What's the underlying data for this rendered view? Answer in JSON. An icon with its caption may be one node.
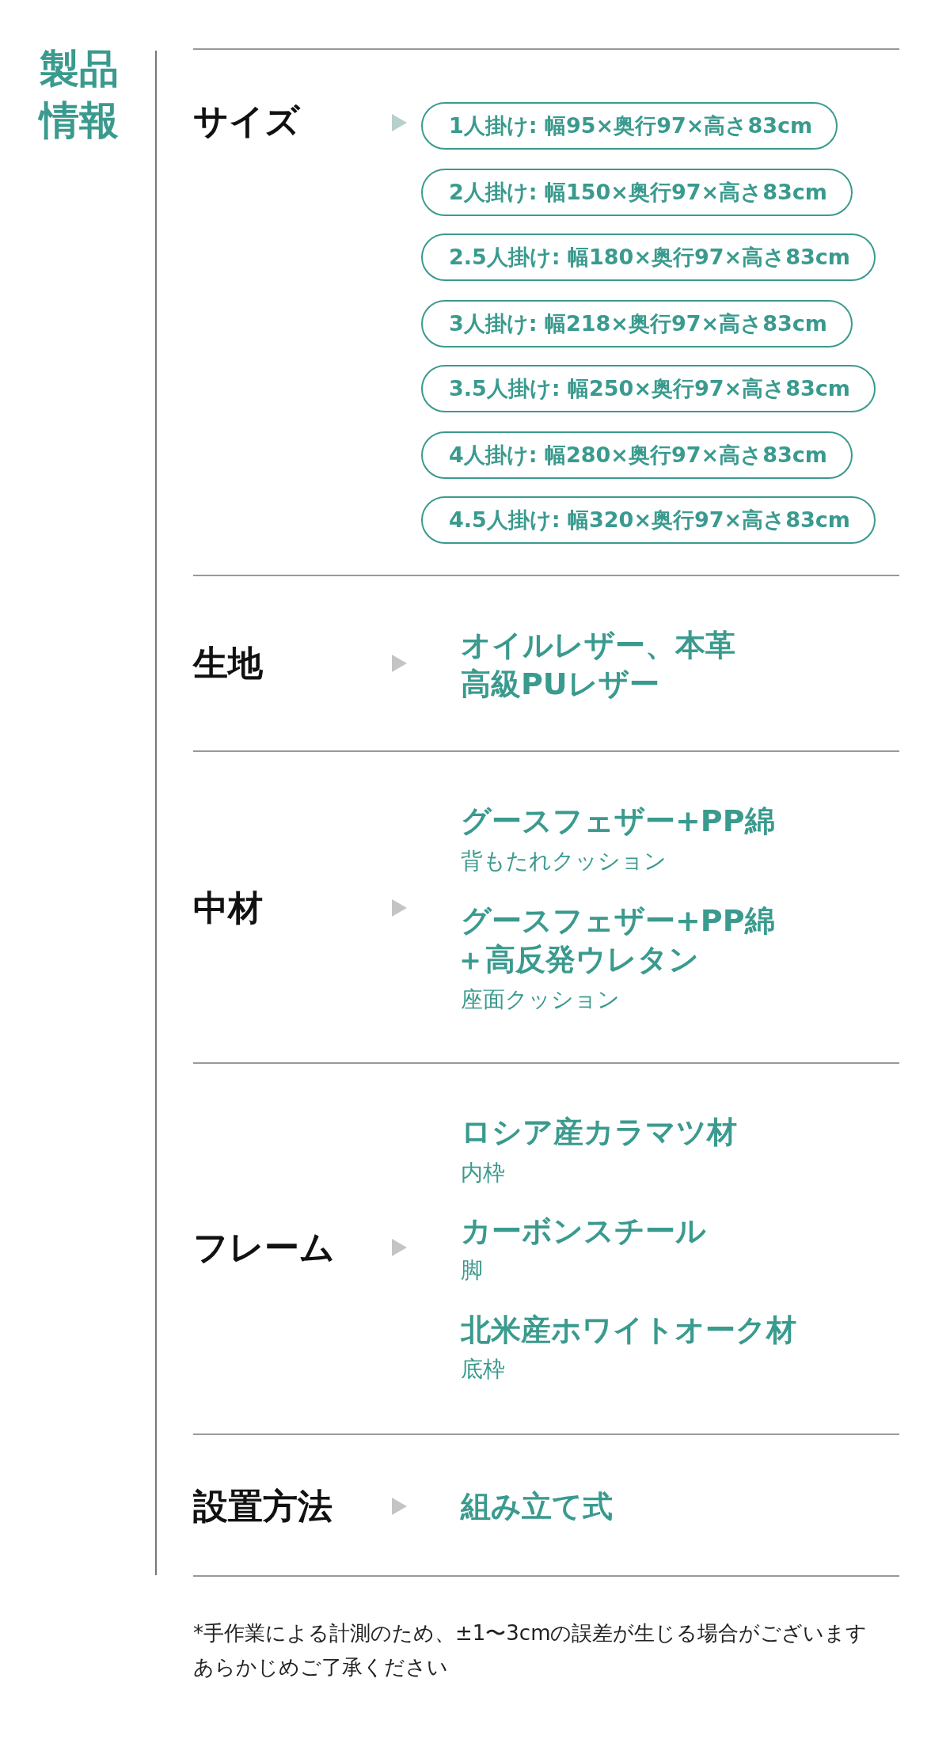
{
  "diagram": {
    "title": "製品情報",
    "nodes": [
      {
        "text": [
          "1人掛け: 幅95×奥行97×高さ83cm"
        ]
      },
      {
        "text": [
          "2人掛け: 幅150×奥行97×高さ83cm"
        ]
      },
      {
        "text": [
          "2.5人掛け: 幅180×奥行97×高さ83cm"
        ]
      },
      {
        "text": [
          "3人掛け: 幅218×奥行97×高さ83cm"
        ]
      },
      {
        "text": [
          "3.5人掛け: 幅250×奥行97×高さ83cm"
        ]
      },
      {
        "text": [
          "4人掛け: 幅280×奥行97×高さ83cm"
        ]
      },
      {
        "text": [
          "4.5人掛け: 幅320×奥行97×高さ83cm"
        ]
      }
    ],
    "edges": [],
    "labels": [
      "サイズ",
      "生地",
      "オイルレザー、本革",
      "高級PUレザー",
      "中材",
      "グースフェザー+PP綿",
      "背もたれクッション",
      "グースフェザー+PP綿",
      "＋高反発ウレタン",
      "座面クッション",
      "フレーム",
      "ロシア産カラマツ材",
      "内枠",
      "カーボンスチール",
      "脚",
      "北米産ホワイトオーク材",
      "底枠",
      "設置方法",
      "組み立て式",
      "*手作業による計測のため、±1〜3cmの誤差が生じる場合がございます",
      "あらかじめご了承ください"
    ]
  }
}
